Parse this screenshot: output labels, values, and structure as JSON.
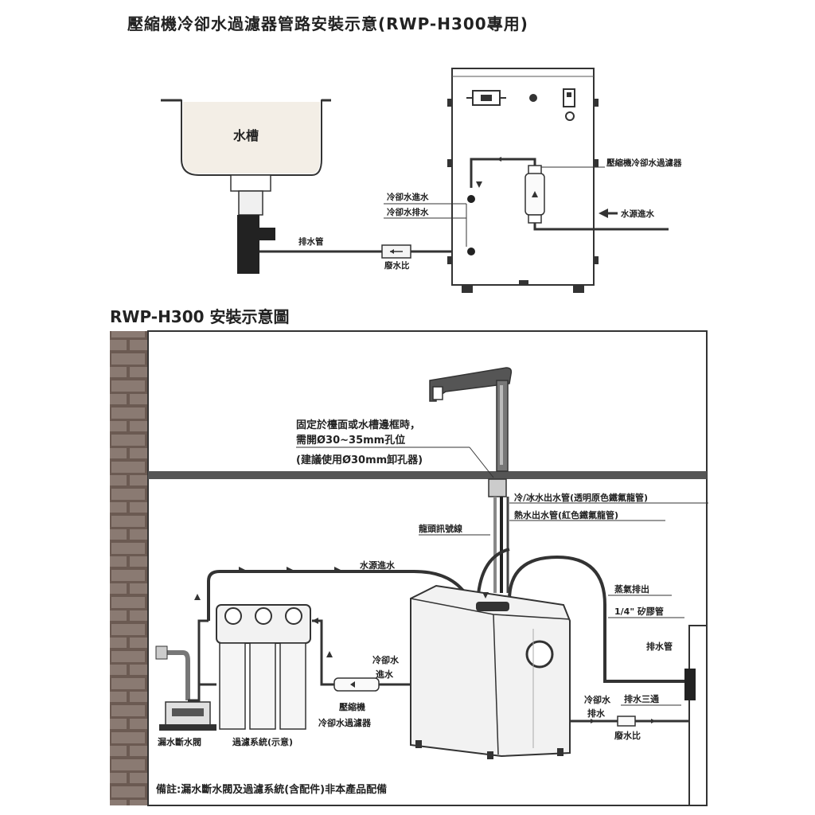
{
  "titles": {
    "top": "壓縮機冷卻水過濾器管路安裝示意(RWP-H300專用)",
    "bottom": "RWP-H300 安裝示意圖"
  },
  "top_diagram": {
    "sink": "水槽",
    "filter": "壓縮機冷卻水過濾器",
    "cool_in": "冷卻水進水",
    "cool_out": "冷卻水排水",
    "source_in": "水源進水",
    "drain_pipe": "排水管",
    "waste_ratio": "廢水比"
  },
  "bottom_diagram": {
    "mount_line1": "固定於檯面或水槽邊框時，",
    "mount_line2": "需開Ø30~35mm孔位",
    "mount_line3": "(建議使用Ø30mm卸孔器)",
    "cold_pipe": "冷/冰水出水管(透明原色鐵氟龍管)",
    "hot_pipe": "熱水出水管(紅色鐵氟龍管)",
    "faucet_signal": "龍頭訊號線",
    "source_in": "水源進水",
    "steam_out": "蒸氣排出",
    "silicone_pipe": "1/4\" 矽膠管",
    "drain_pipe": "排水管",
    "cool_in_1": "冷卻水",
    "cool_in_2": "進水",
    "cool_out_1": "冷卻水",
    "cool_out_2": "排水",
    "drain_tee": "排水三通",
    "compressor_filter_1": "壓縮機",
    "compressor_filter_2": "冷卻水過濾器",
    "leak_valve": "漏水斷水閥",
    "filter_system": "過濾系統(示意)",
    "waste_ratio": "廢水比",
    "note": "備註:漏水斷水閥及過濾系統(含配件)非本產品配備"
  }
}
